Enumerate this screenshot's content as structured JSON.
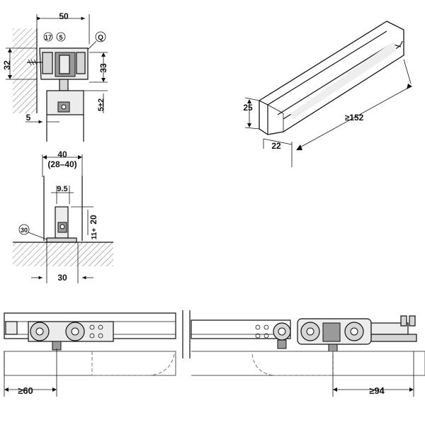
{
  "top_left_view": {
    "dim_width": "50",
    "dim_height_left": "32",
    "dim_height_right": "33",
    "dim_gap": "5±2",
    "dim_offset": "5",
    "callout_17": "17",
    "callout_5": "5",
    "callout_q": "Q"
  },
  "middle_left_view": {
    "dim_width": "40",
    "dim_range": "(28–40)",
    "dim_inner": "9.5",
    "dim_height": "20",
    "dim_gap": "11+",
    "dim_base": "30",
    "callout_30": "30"
  },
  "profile_view": {
    "dim_height": "25",
    "dim_width": "22",
    "dim_length": "≥152"
  },
  "bottom_view": {
    "dim_left": "≥60",
    "dim_right": "≥94"
  }
}
